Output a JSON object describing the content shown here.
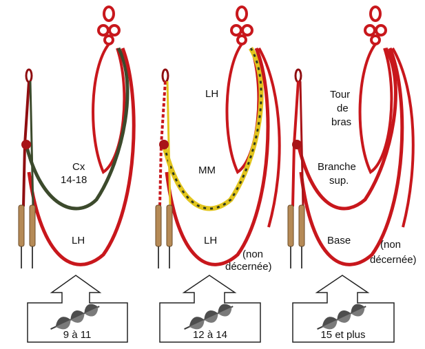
{
  "colors": {
    "red_cord": "#c8171c",
    "red_dark": "#8f0d10",
    "green_cord": "#3c4a2c",
    "yellow_cord": "#e2c51e",
    "yellow_dash": "#2f3a1e",
    "metal_tag": "#b58a56",
    "arrow_stroke": "#222222"
  },
  "panels": [
    {
      "labels": {
        "top": "",
        "top2": "",
        "middle": "Cx",
        "middle2": "14-18",
        "bottom": "LH",
        "side1": "",
        "side2": ""
      },
      "caption": "9 à 11",
      "icon": "palm-branch-icon"
    },
    {
      "labels": {
        "top": "LH",
        "top2": "",
        "middle": "MM",
        "middle2": "",
        "bottom": "LH",
        "side1": "(non",
        "side2": "décernée)"
      },
      "caption": "12 à 14",
      "icon": "palm-branch-icon"
    },
    {
      "labels": {
        "top": "Tour",
        "top2": "de",
        "top3": "bras",
        "middle": "Branche",
        "middle2": "sup.",
        "bottom": "Base",
        "side1": "(non",
        "side2": "décernée)"
      },
      "caption": "15 et plus",
      "icon": "palm-branch-icon"
    }
  ]
}
